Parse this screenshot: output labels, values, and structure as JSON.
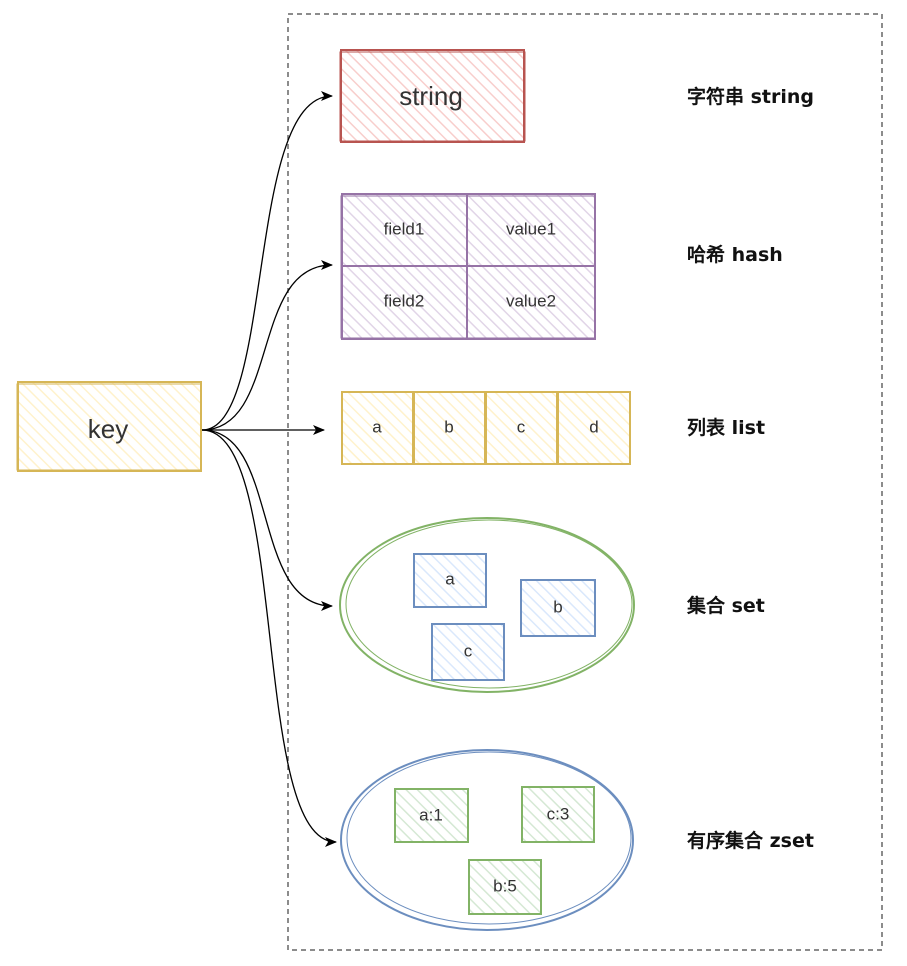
{
  "key_node": {
    "label": "key"
  },
  "string_type": {
    "value": "string",
    "caption": "字符串 string"
  },
  "hash_type": {
    "fields": [
      {
        "field": "field1",
        "value": "value1"
      },
      {
        "field": "field2",
        "value": "value2"
      }
    ],
    "caption": "哈希 hash"
  },
  "list_type": {
    "items": [
      "a",
      "b",
      "c",
      "d"
    ],
    "caption": "列表 list"
  },
  "set_type": {
    "members": [
      "a",
      "b",
      "c"
    ],
    "caption": "集合 set"
  },
  "zset_type": {
    "members": [
      "a:1",
      "c:3",
      "b:5"
    ],
    "caption": "有序集合 zset"
  },
  "colors": {
    "key": "#d6b656",
    "key_fill": "#fff2cc",
    "string": "#b85450",
    "string_fill": "#f8cecc",
    "hash": "#9673a6",
    "hash_fill": "#e1d5e7",
    "list": "#d6b656",
    "list_fill": "#fff2cc",
    "set_outline": "#82b366",
    "set_item": "#6c8ebf",
    "set_item_fill": "#dae8fc",
    "zset_outline": "#6c8ebf",
    "zset_item": "#82b366",
    "zset_item_fill": "#d5e8d4",
    "container": "#666666",
    "arrow": "#000000"
  }
}
